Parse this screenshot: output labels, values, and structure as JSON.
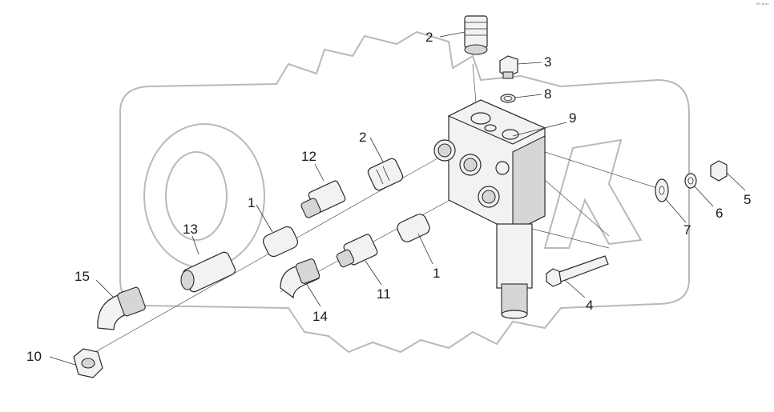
{
  "corner_mark": "⁶⁸ ᵖʳᵉˢ",
  "callouts": [
    "1",
    "1",
    "2",
    "2",
    "3",
    "4",
    "5",
    "6",
    "7",
    "8",
    "9",
    "10",
    "11",
    "12",
    "13",
    "14",
    "15"
  ],
  "icons": {
    "watermark": "gear-outline-watermark-icon",
    "parts": "hydraulic-fitting-drawing"
  }
}
